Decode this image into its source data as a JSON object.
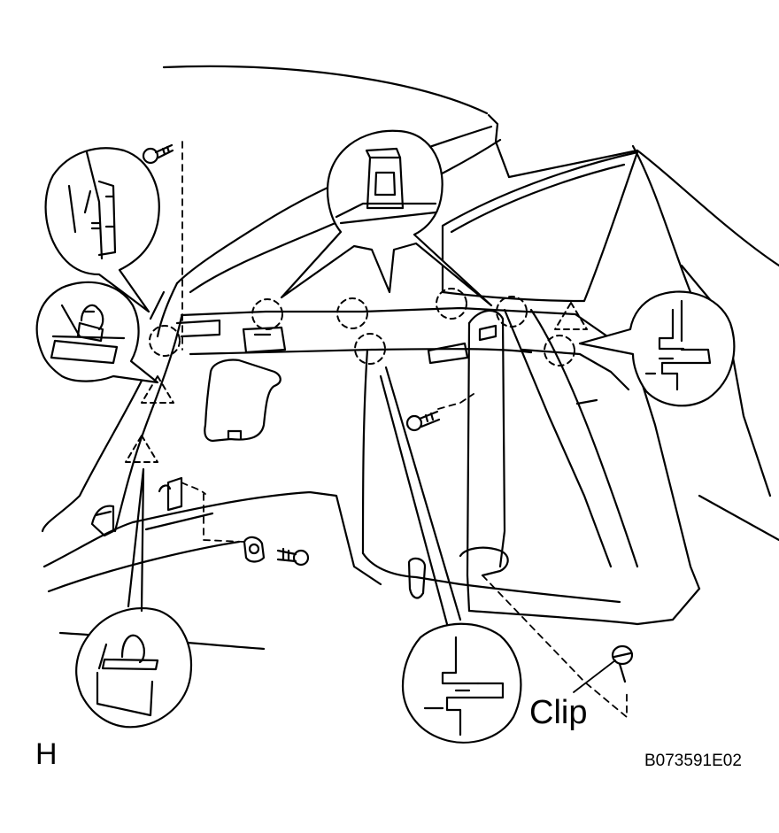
{
  "labels": {
    "clip": "Clip",
    "view_letter": "H",
    "figure_code": "B073591E02"
  },
  "colors": {
    "line": "#000000",
    "background": "#ffffff"
  }
}
